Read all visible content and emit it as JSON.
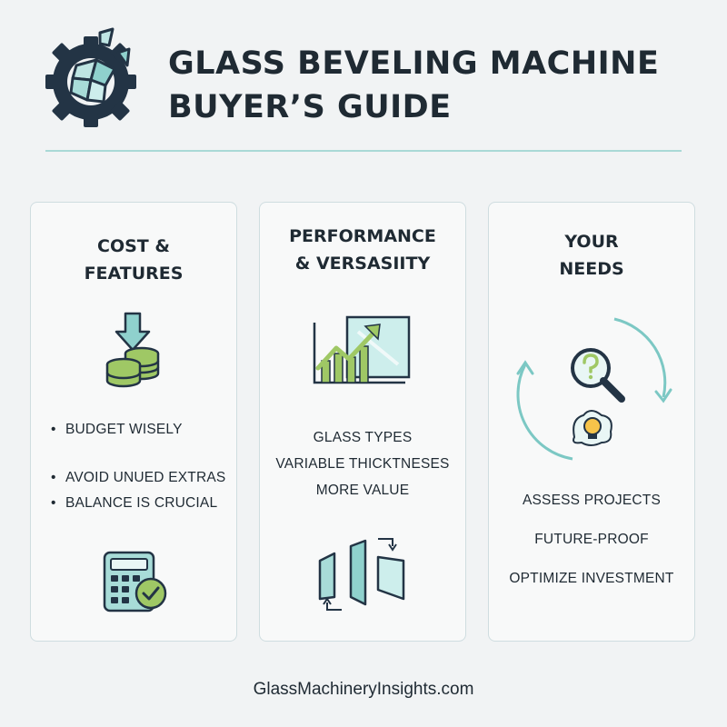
{
  "header": {
    "title_line1": "GLASS BEVELING MACHINE",
    "title_line2": "BUYER’S GUIDE",
    "logo_icon": "gear-with-broken-glass-icon"
  },
  "colors": {
    "navy": "#1f3447",
    "teal": "#7cc8c4",
    "green": "#9fc865",
    "divider": "#a9d9d6"
  },
  "cards": {
    "cost": {
      "title_line1": "COST &",
      "title_line2": "FEATURES",
      "icon": "coins-down-arrow-icon",
      "items": [
        "BUDGET WISELY",
        "AVOID UNUED EXTRAS",
        "BALANCE IS CRUCIAL"
      ],
      "bottom_icon": "calculator-check-icon"
    },
    "performance": {
      "title_line1": "PERFORMANCE",
      "title_line2": "& VERSASIITY",
      "icon": "growth-chart-glass-icon",
      "items": [
        "GLASS TYPES",
        "VARIABLE THICKTNESES",
        "MORE VALUE"
      ],
      "bottom_icon": "glass-panels-arrows-icon"
    },
    "needs": {
      "title_line1": "YOUR",
      "title_line2": "NEEDS",
      "icon": "cycle-search-lightbulb-icon",
      "items": [
        "ASSESS PROJECTS",
        "FUTURE-PROOF",
        "OPTIMIZE INVESTMENT"
      ]
    }
  },
  "footer": {
    "text": "GlassMachineryInsights.com"
  }
}
